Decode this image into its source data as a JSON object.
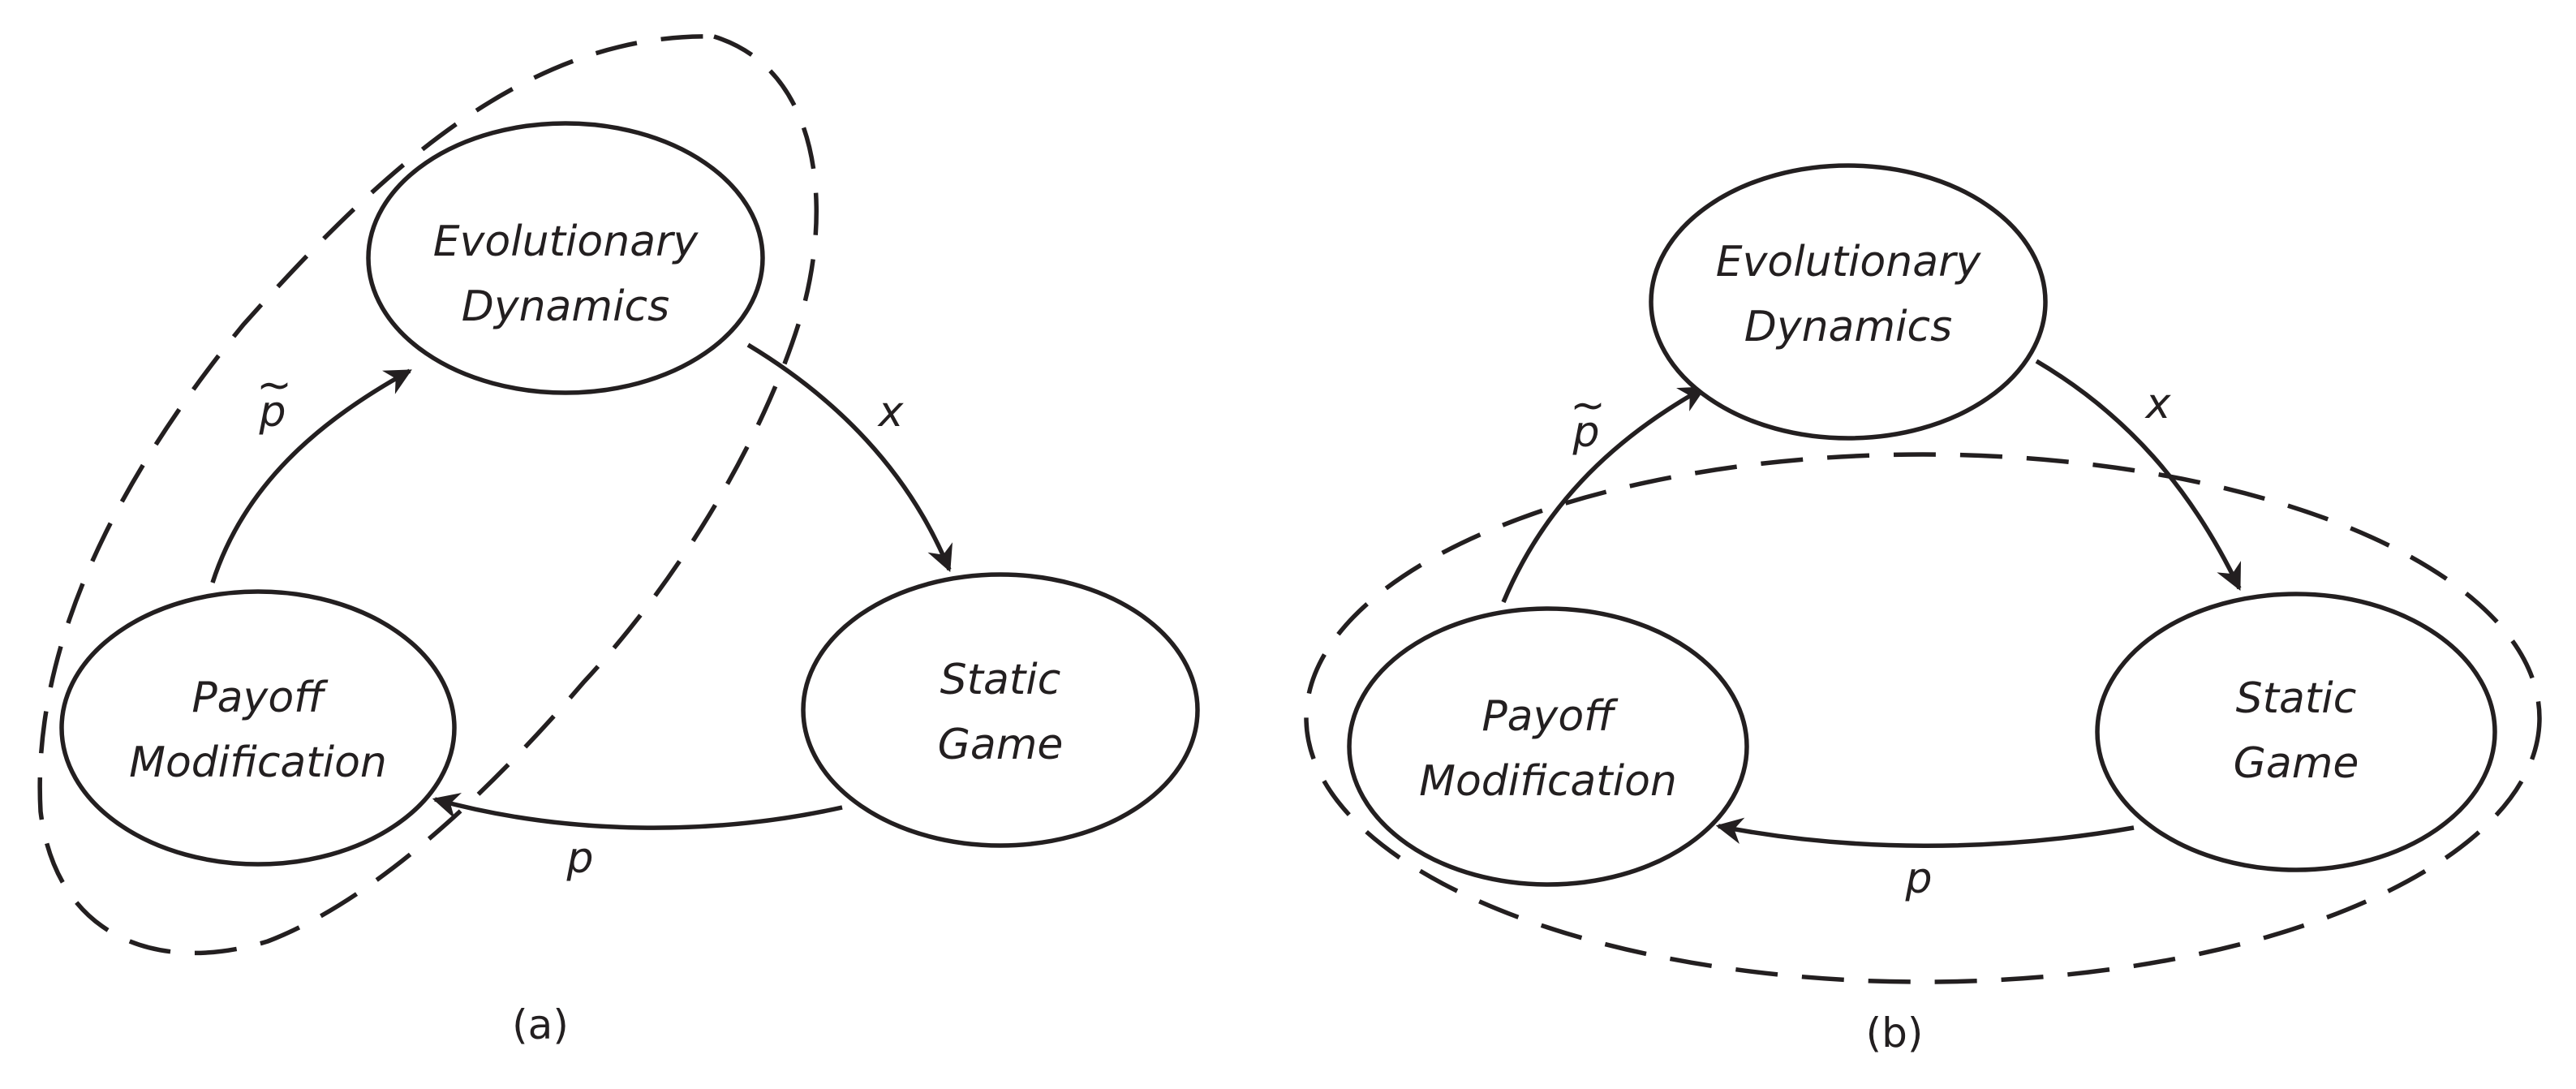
{
  "panel_a": {
    "caption": "(a)",
    "nodes": {
      "evolutionary_line1": "Evolutionary",
      "evolutionary_line2": "Dynamics",
      "static_line1": "Static",
      "static_line2": "Game",
      "payoff_line1": "Payoff",
      "payoff_line2": "Modification"
    },
    "edges": {
      "x": "x",
      "p": "p",
      "p_tilde": "p",
      "tilde": "~"
    }
  },
  "panel_b": {
    "caption": "(b)",
    "nodes": {
      "evolutionary_line1": "Evolutionary",
      "evolutionary_line2": "Dynamics",
      "static_line1": "Static",
      "static_line2": "Game",
      "payoff_line1": "Payoff",
      "payoff_line2": "Modification"
    },
    "edges": {
      "x": "x",
      "p": "p",
      "p_tilde": "p",
      "tilde": "~"
    }
  }
}
